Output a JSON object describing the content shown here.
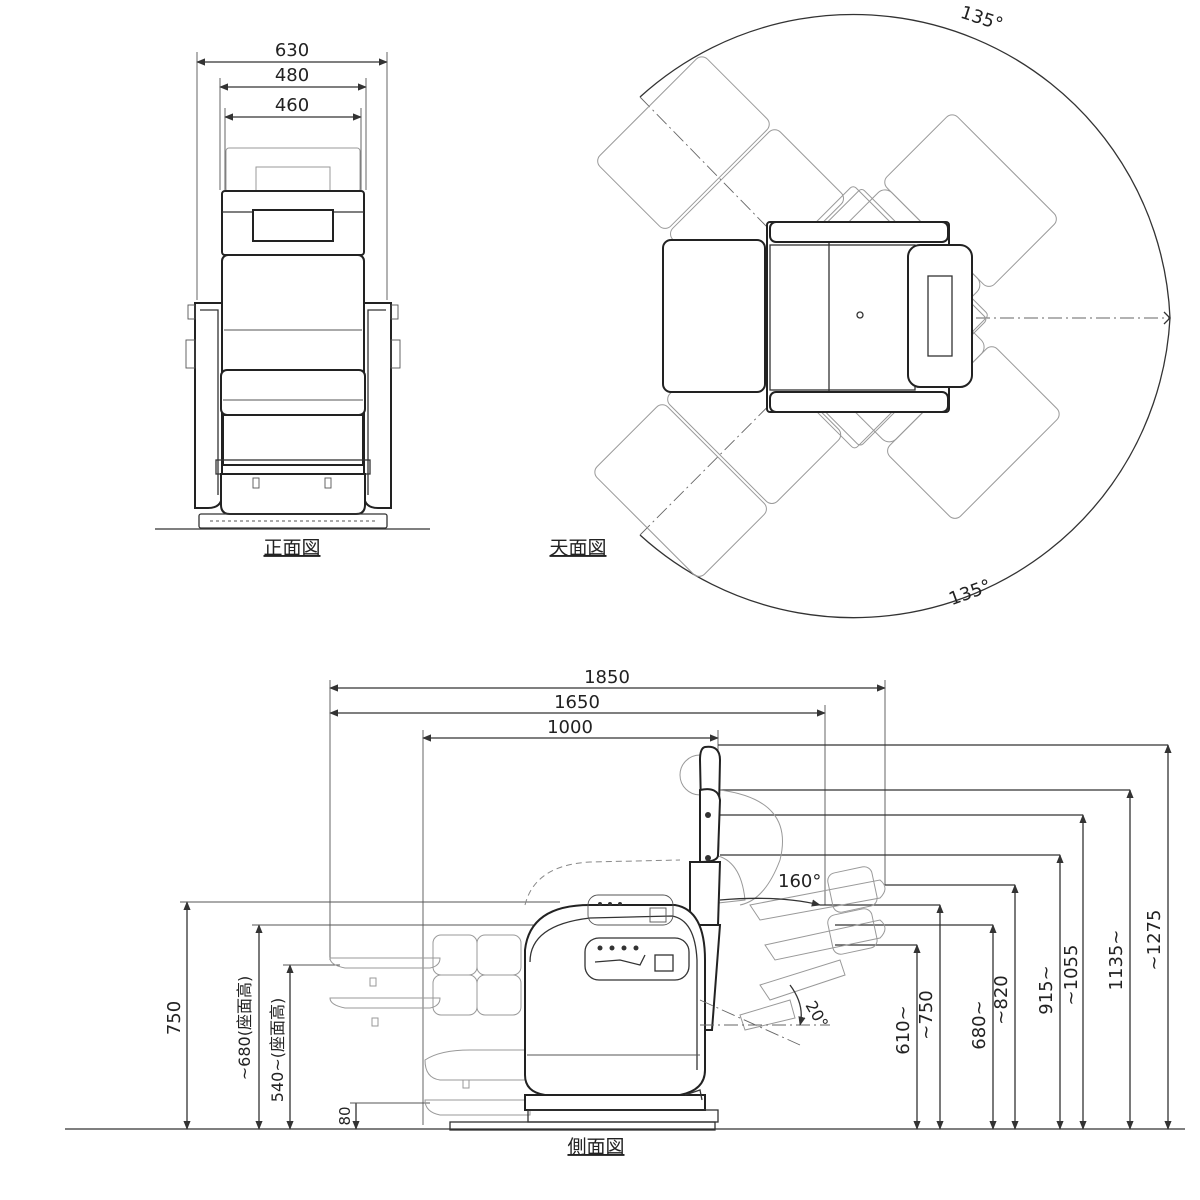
{
  "views": {
    "front": {
      "label": "正面図",
      "dims": [
        "630",
        "480",
        "460"
      ]
    },
    "top": {
      "label": "天面図",
      "angles": [
        "135°",
        "135°"
      ]
    },
    "side": {
      "label": "側面図",
      "top_dims": [
        "1850",
        "1650",
        "1000"
      ],
      "recline_angle": "160°",
      "leg_angle": "20°",
      "left_dims": [
        "750",
        "~680(座面高)",
        "540~(座面高)",
        "80"
      ],
      "right_dims": [
        "610~",
        "~750",
        "680~",
        "~820",
        "915~",
        "~1055",
        "1135~",
        "~1275"
      ]
    }
  }
}
